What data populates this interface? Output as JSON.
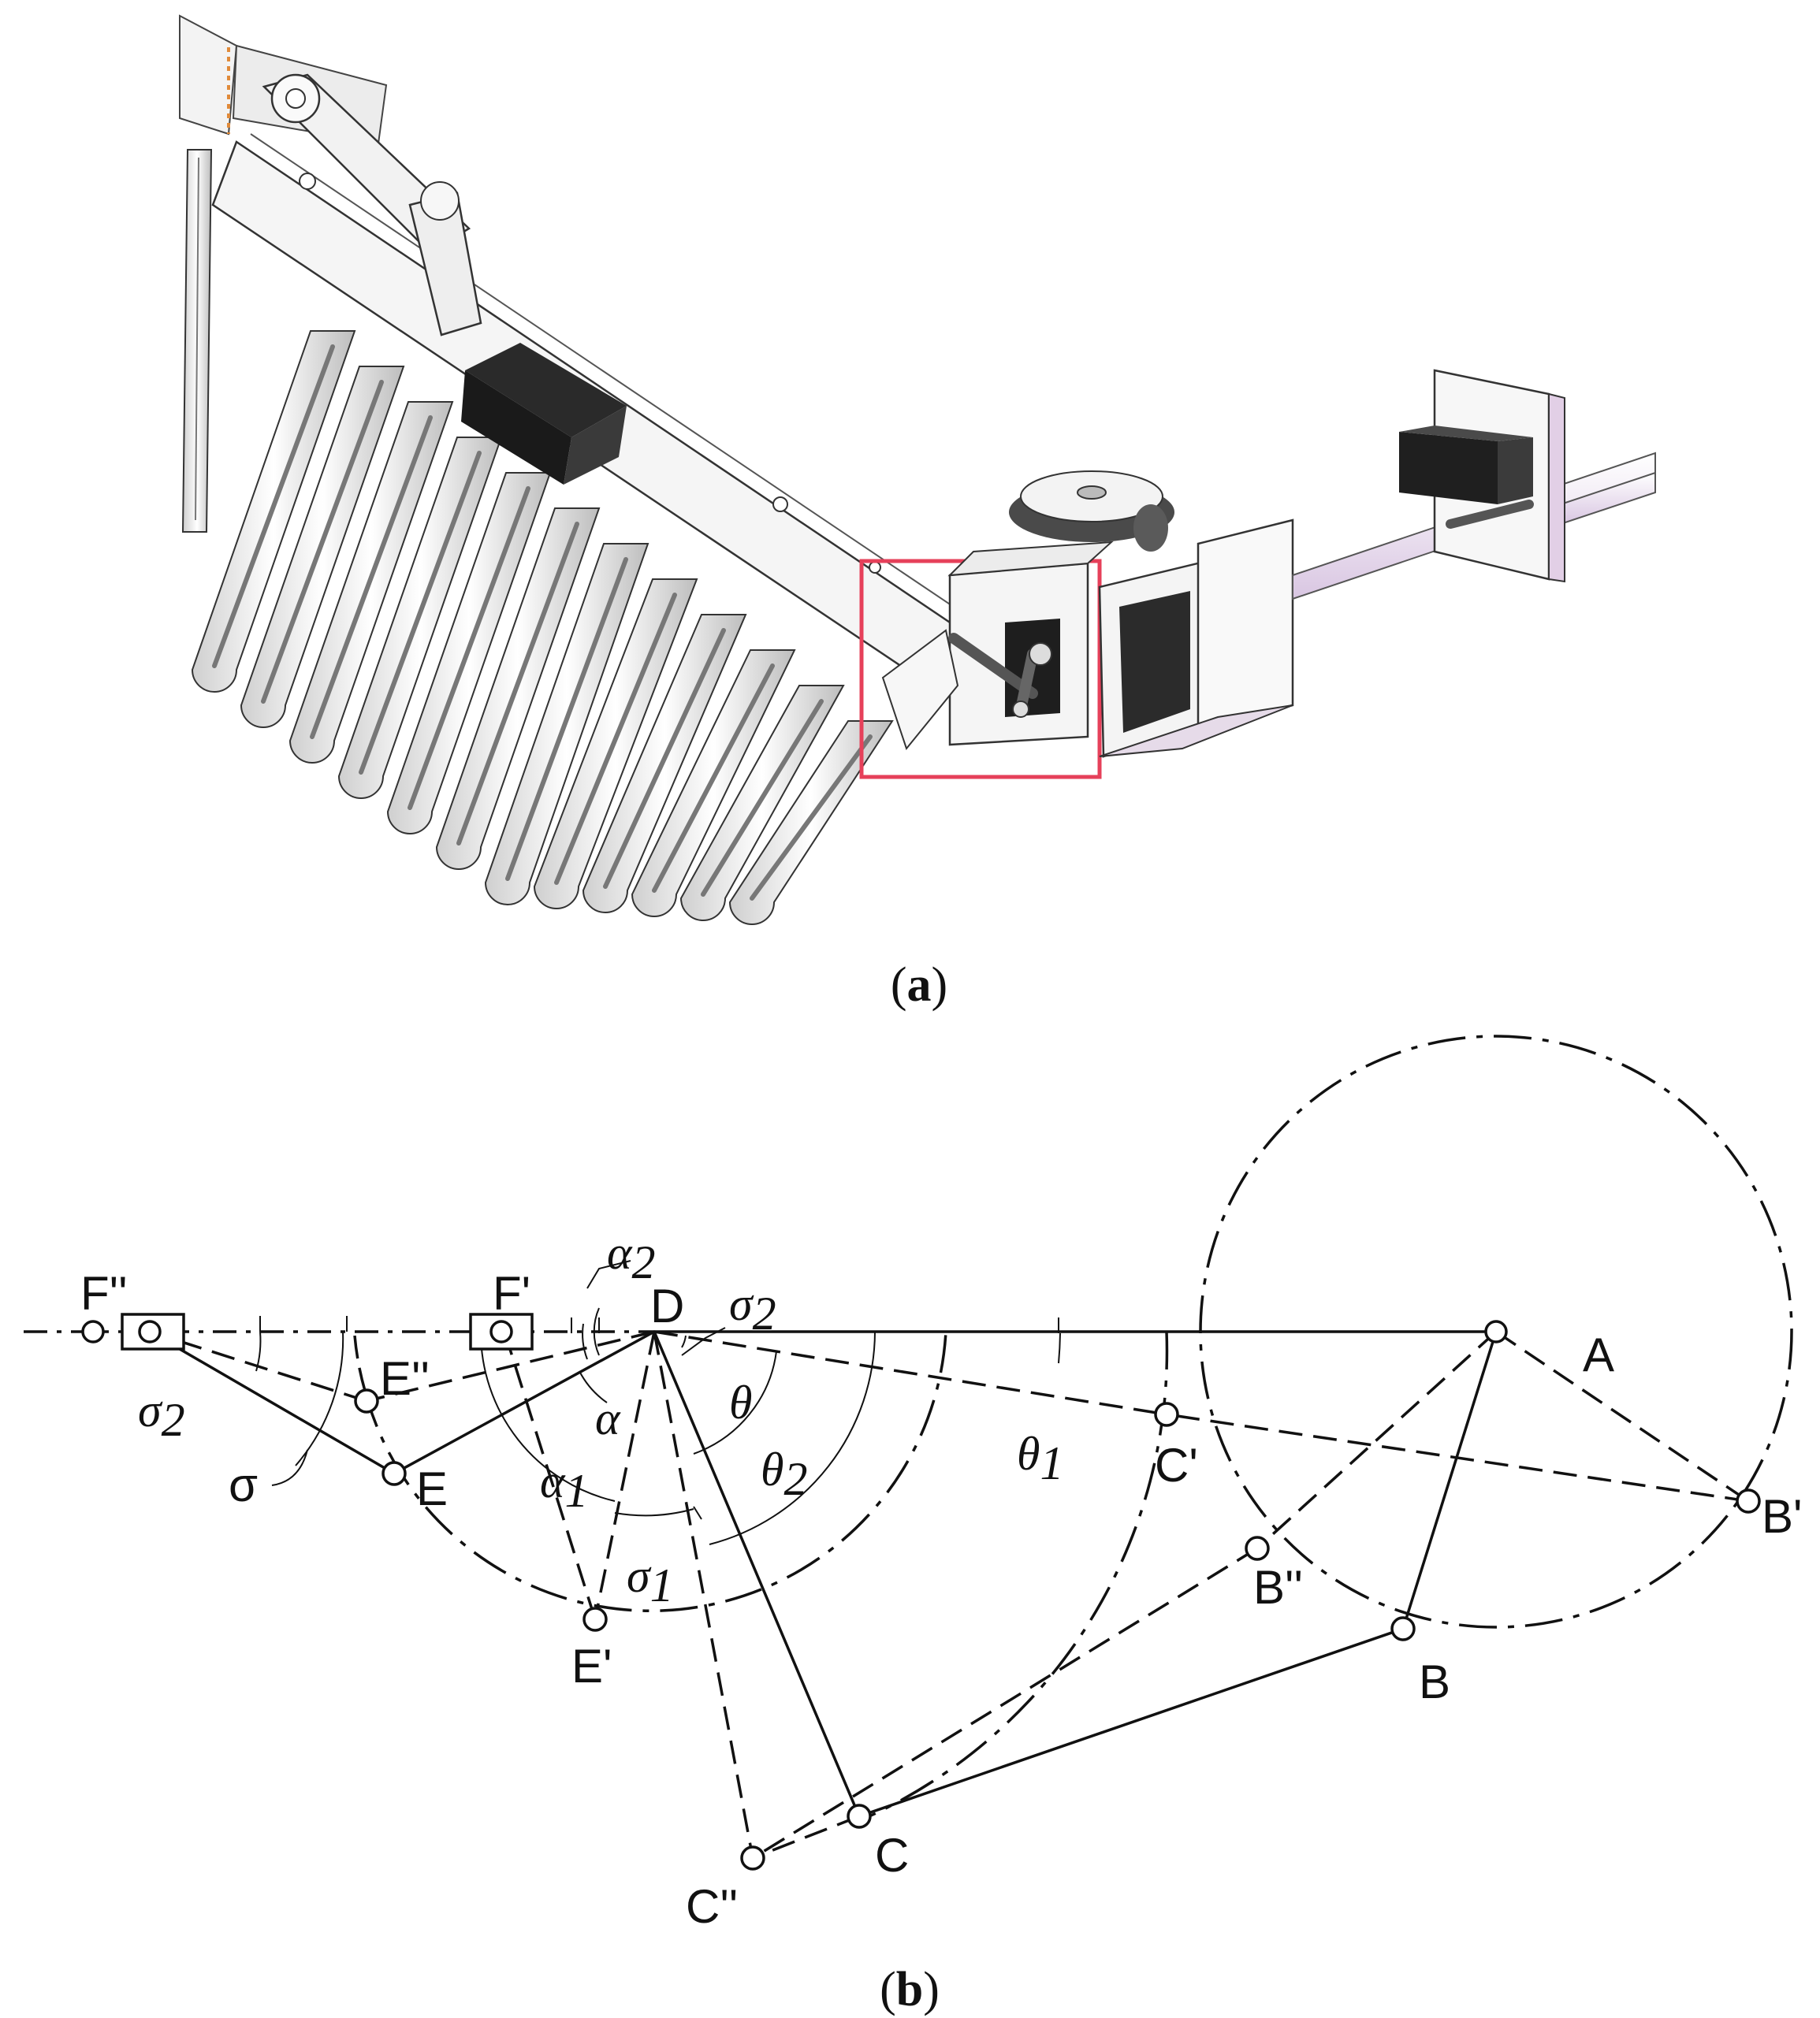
{
  "panel_a": {
    "caption_open": "(",
    "caption_letter": "a",
    "caption_close": ")",
    "highlight_color": "#e6405a"
  },
  "panel_b": {
    "caption_open": "(",
    "caption_letter": "b",
    "caption_close": ")",
    "points": {
      "A": "A",
      "B": "B",
      "B1": "B'",
      "B2": "B''",
      "C": "C",
      "C1": "C'",
      "C2": "C''",
      "D": "D",
      "E": "E",
      "E1": "E'",
      "E2": "E''",
      "F1": "F'",
      "F2": "F''"
    },
    "angles": {
      "alpha": "α",
      "alpha1": "α",
      "alpha1_sub": "1",
      "alpha2": "α",
      "alpha2_sub": "2",
      "sigma": "σ",
      "sigma1": "σ",
      "sigma1_sub": "1",
      "sigma2_left": "σ",
      "sigma2_left_sub": "2",
      "sigma2": "σ",
      "sigma2_sub": "2",
      "theta": "θ",
      "theta1": "θ",
      "theta1_sub": "1",
      "theta2": "θ",
      "theta2_sub": "2"
    }
  }
}
